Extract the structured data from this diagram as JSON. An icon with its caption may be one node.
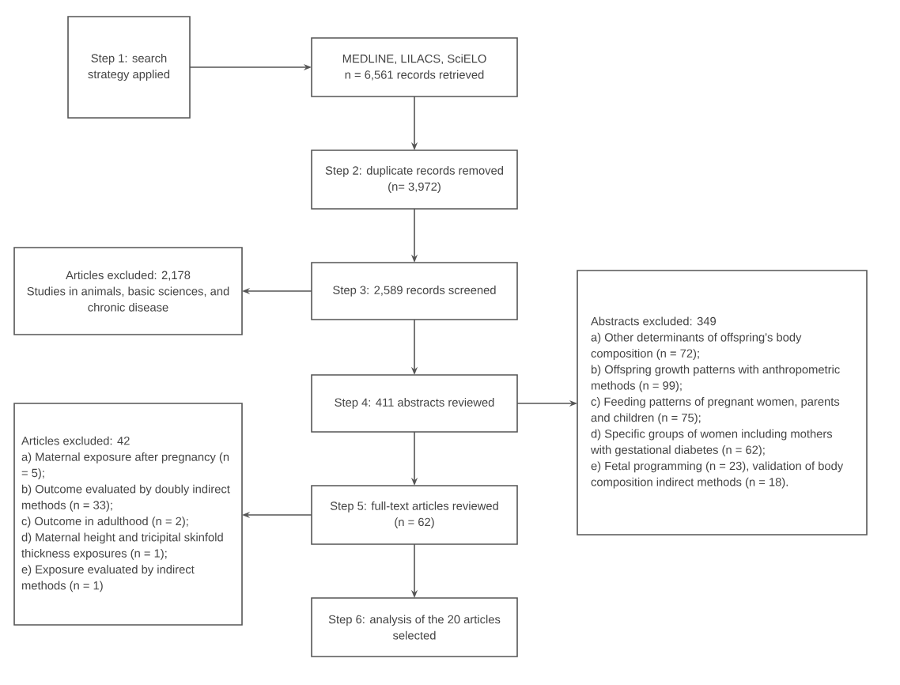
{
  "diagram": {
    "nodes": [
      {
        "text": [
          "Step 1: search strategy applied"
        ]
      },
      {
        "text": [
          "MEDLINE, LILACS, SciELO",
          "n = 6,561 records retrieved"
        ]
      },
      {
        "text": [
          "Step 2: duplicate records removed (n= 3,972)"
        ]
      },
      {
        "text": [
          "Step 3: 2,589 records screened"
        ]
      },
      {
        "text": [
          "Articles excluded: 2,178",
          "Studies in animals, basic sciences, and chronic disease"
        ]
      },
      {
        "text": [
          "Step 4:  411 abstracts reviewed"
        ]
      },
      {
        "text": [
          "Abstracts excluded: 349",
          "a) Other determinants of offspring's body composition (n = 72);",
          "b) Offspring growth patterns with anthropometric methods (n = 99);",
          "c) Feeding patterns of pregnant women, parents and children (n = 75);",
          "d) Specific groups of women including mothers with gestational diabetes (n = 62);",
          "e) Fetal programming (n = 23), validation of body composition indirect methods (n = 18)."
        ]
      },
      {
        "text": [
          "Step 5: full-text articles reviewed (n = 62)"
        ]
      },
      {
        "text": [
          "Articles excluded: 42",
          "a) Maternal exposure after pregnancy (n = 5);",
          "b) Outcome evaluated by doubly indirect methods (n = 33);",
          "c) Outcome in adulthood (n = 2);",
          "d) Maternal height and tricipital skinfold thickness exposures (n = 1);",
          "e) Exposure evaluated by indirect methods (n = 1)"
        ]
      },
      {
        "text": [
          "Step 6: analysis of the 20 articles selected"
        ]
      }
    ],
    "edges": [
      {
        "from": 0,
        "to": 1,
        "arrow": "to"
      },
      {
        "from": 1,
        "to": 2,
        "arrow": "to"
      },
      {
        "from": 2,
        "to": 3,
        "arrow": "to"
      },
      {
        "from": 3,
        "to": 4,
        "arrow": "to"
      },
      {
        "from": 3,
        "to": 5,
        "arrow": "to"
      },
      {
        "from": 5,
        "to": 6,
        "arrow": "to"
      },
      {
        "from": 5,
        "to": 7,
        "arrow": "to"
      },
      {
        "from": 7,
        "to": 8,
        "arrow": "to"
      },
      {
        "from": 7,
        "to": 9,
        "arrow": "to"
      }
    ]
  }
}
